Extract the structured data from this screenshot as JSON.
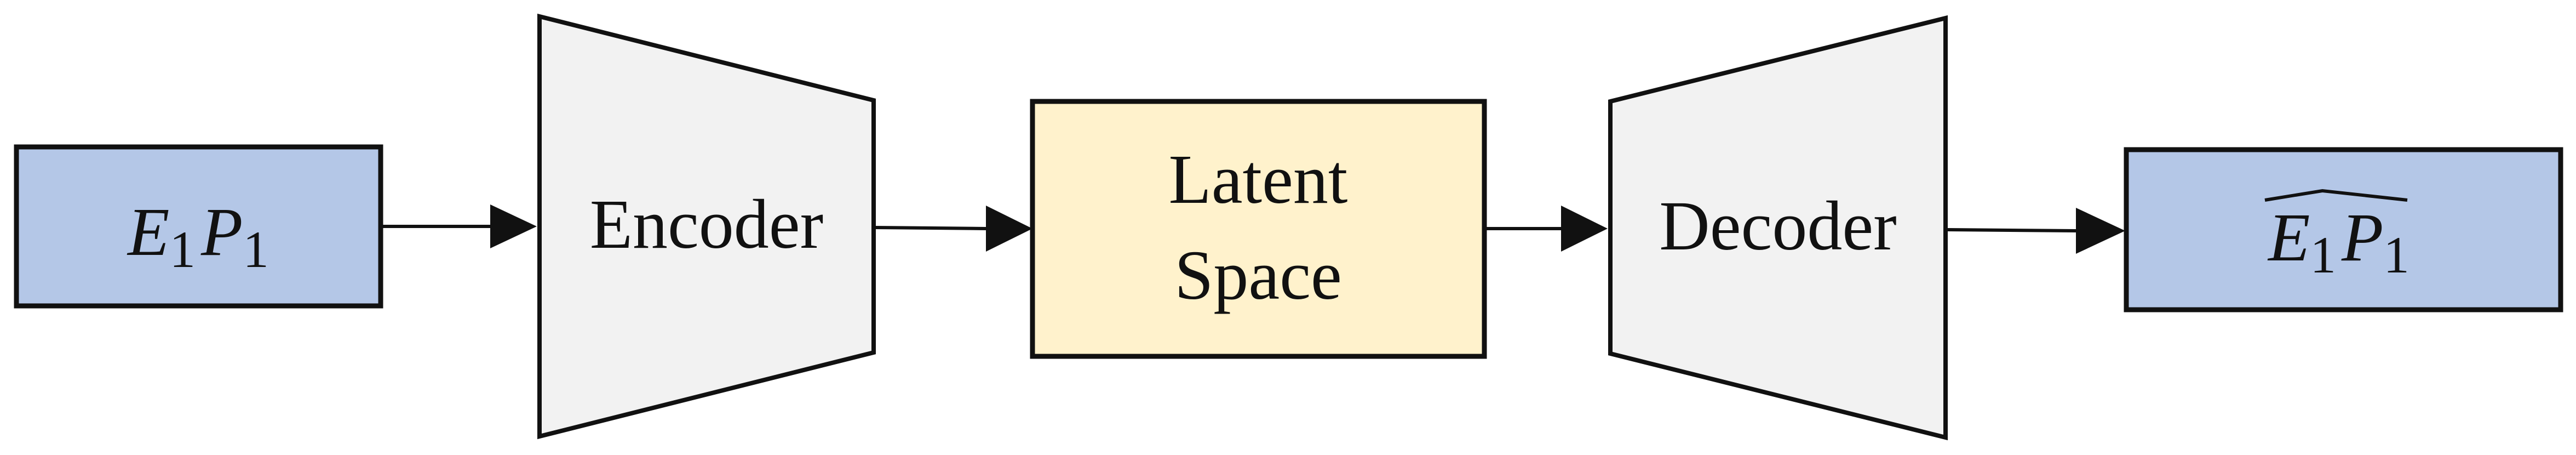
{
  "diagram": {
    "colors": {
      "input_fill": "#b4c7e7",
      "trapezoid_fill": "#f2f2f2",
      "latent_fill": "#fff2cc",
      "output_fill": "#b4c7e7",
      "stroke": "#111111"
    },
    "input": {
      "var1": "E",
      "sub1": "1",
      "var2": "P",
      "sub2": "1"
    },
    "encoder": {
      "label": "Encoder"
    },
    "latent": {
      "line1": "Latent",
      "line2": "Space"
    },
    "decoder": {
      "label": "Decoder"
    },
    "output": {
      "var1": "E",
      "sub1": "1",
      "var2": "P",
      "sub2": "1",
      "accent": "hat"
    }
  }
}
